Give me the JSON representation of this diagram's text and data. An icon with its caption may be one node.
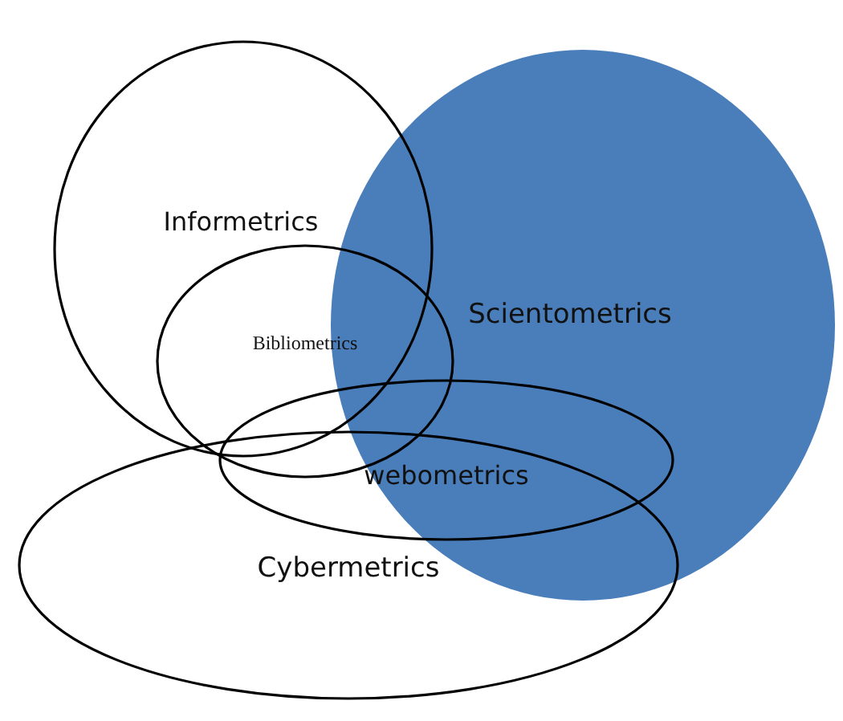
{
  "diagram": {
    "nodes": [
      {
        "text": [
          "Scientometrics"
        ]
      },
      {
        "text": [
          "Informetrics"
        ]
      },
      {
        "text": [
          "Bibliometrics"
        ]
      },
      {
        "text": [
          "webometrics"
        ]
      },
      {
        "text": [
          "Cybermetrics"
        ]
      }
    ]
  }
}
